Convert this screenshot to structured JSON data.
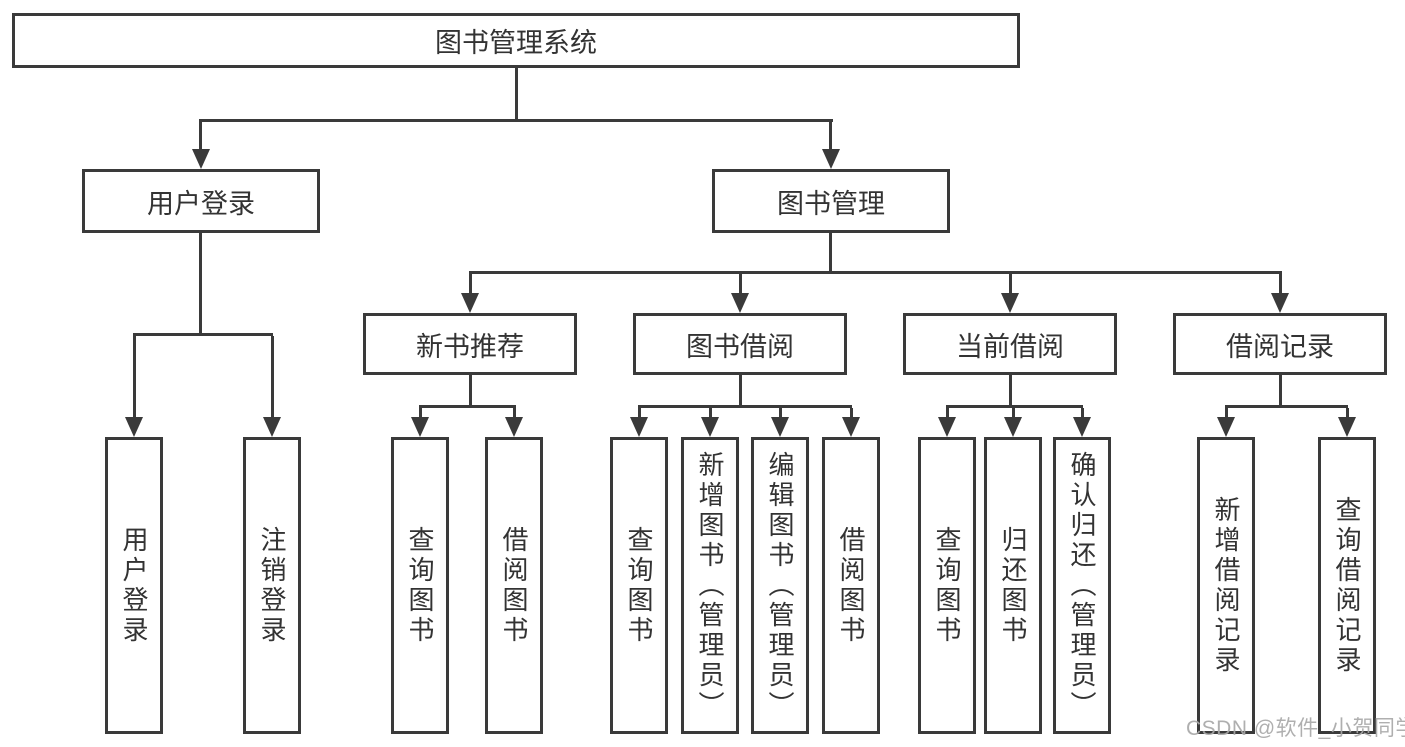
{
  "colors": {
    "line": "#3a3a3a",
    "box_border": "#3a3a3a",
    "text": "#333333",
    "background": "#ffffff",
    "watermark": "#a8a8a8"
  },
  "watermark": {
    "text": "CSDN @软件_小贺同学"
  },
  "tree": {
    "root": {
      "label": "图书管理系统"
    },
    "branches": [
      {
        "label": "用户登录",
        "children": [
          {
            "label": "用户登录"
          },
          {
            "label": "注销登录"
          }
        ]
      },
      {
        "label": "图书管理",
        "children": [
          {
            "label": "新书推荐",
            "children": [
              {
                "label": "查询图书"
              },
              {
                "label": "借阅图书"
              }
            ]
          },
          {
            "label": "图书借阅",
            "children": [
              {
                "label": "查询图书"
              },
              {
                "label": "新增图书（管理员）"
              },
              {
                "label": "编辑图书（管理员）"
              },
              {
                "label": "借阅图书"
              }
            ]
          },
          {
            "label": "当前借阅",
            "children": [
              {
                "label": "查询图书"
              },
              {
                "label": "归还图书"
              },
              {
                "label": "确认归还（管理员）"
              }
            ]
          },
          {
            "label": "借阅记录",
            "children": [
              {
                "label": "新增借阅记录"
              },
              {
                "label": "查询借阅记录"
              }
            ]
          }
        ]
      }
    ]
  }
}
